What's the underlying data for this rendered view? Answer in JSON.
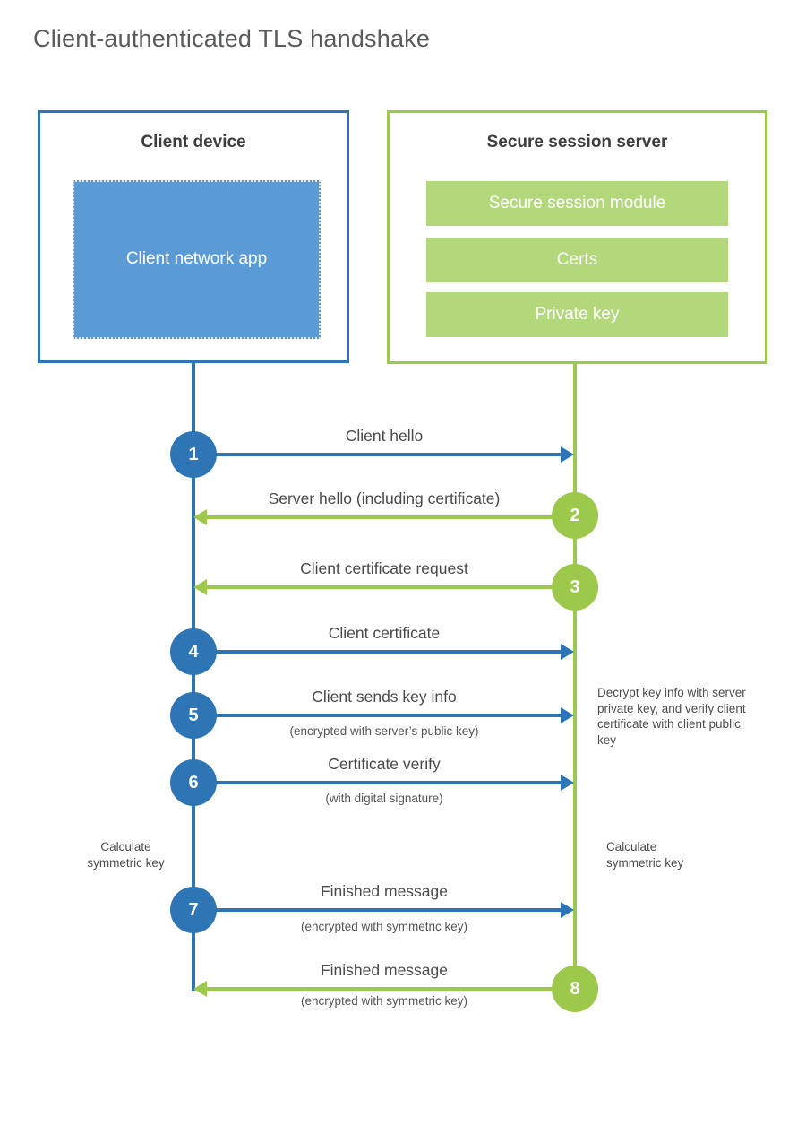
{
  "title": "Client-authenticated TLS handshake",
  "colors": {
    "blue": "#2e75b6",
    "blue_fill": "#5b9bd5",
    "green": "#9cc84b",
    "green_fill": "#b3d87c",
    "text_dark": "#3d3d3d",
    "text_gray": "#4a4a4a",
    "title_gray": "#595a5c"
  },
  "client": {
    "title": "Client device",
    "app_label": "Client network app"
  },
  "server": {
    "title": "Secure session server",
    "modules": [
      {
        "label": "Secure session module"
      },
      {
        "label": "Certs"
      },
      {
        "label": "Private key"
      }
    ]
  },
  "steps": [
    {
      "number": "1",
      "label": "Client hello",
      "direction": "right",
      "color": "blue"
    },
    {
      "number": "2",
      "label": "Server hello (including certificate)",
      "direction": "left",
      "color": "green"
    },
    {
      "number": "3",
      "label": "Client certificate request",
      "direction": "left",
      "color": "green"
    },
    {
      "number": "4",
      "label": "Client certificate",
      "direction": "right",
      "color": "blue"
    },
    {
      "number": "5",
      "label": "Client sends key info",
      "sub": "(encrypted with server’s public key)",
      "direction": "right",
      "color": "blue"
    },
    {
      "number": "6",
      "label": "Certificate verify",
      "sub": "(with digital signature)",
      "direction": "right",
      "color": "blue"
    },
    {
      "number": "7",
      "label": "Finished message",
      "sub": "(encrypted with symmetric key)",
      "direction": "right",
      "color": "blue"
    },
    {
      "number": "8",
      "label": "Finished message",
      "sub": "(encrypted with symmetric key)",
      "direction": "left",
      "color": "green"
    }
  ],
  "notes": {
    "decrypt": "Decrypt key info with server private key, and verify client certificate with client public key",
    "calculate_left": "Calculate symmetric key",
    "calculate_right": "Calculate symmetric key"
  }
}
